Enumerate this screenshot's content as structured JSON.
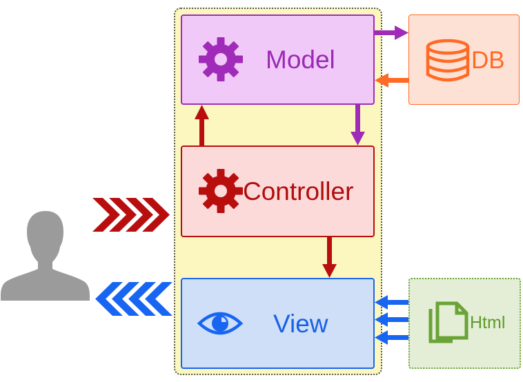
{
  "nodes": {
    "model": {
      "label": "Model",
      "color": "#a02bb8",
      "icon": "gear-icon"
    },
    "controller": {
      "label": "Controller",
      "color": "#b80e0e",
      "icon": "gear-icon"
    },
    "view": {
      "label": "View",
      "color": "#1865f2",
      "icon": "eye-icon"
    },
    "db": {
      "label": "DB",
      "color": "#ff6a24",
      "icon": "database-icon"
    },
    "html": {
      "label": "Html",
      "color": "#6aa336",
      "icon": "documents-icon"
    },
    "user": {
      "icon": "user-icon",
      "color": "#9b9b9b"
    }
  },
  "container": {
    "fill": "#fbf7bf"
  },
  "edges": [
    {
      "from": "model",
      "to": "db"
    },
    {
      "from": "db",
      "to": "model"
    },
    {
      "from": "controller",
      "to": "model"
    },
    {
      "from": "model",
      "to": "controller"
    },
    {
      "from": "controller",
      "to": "view"
    },
    {
      "from": "html",
      "to": "view"
    },
    {
      "from": "user",
      "to": "controller"
    },
    {
      "from": "view",
      "to": "user"
    }
  ]
}
